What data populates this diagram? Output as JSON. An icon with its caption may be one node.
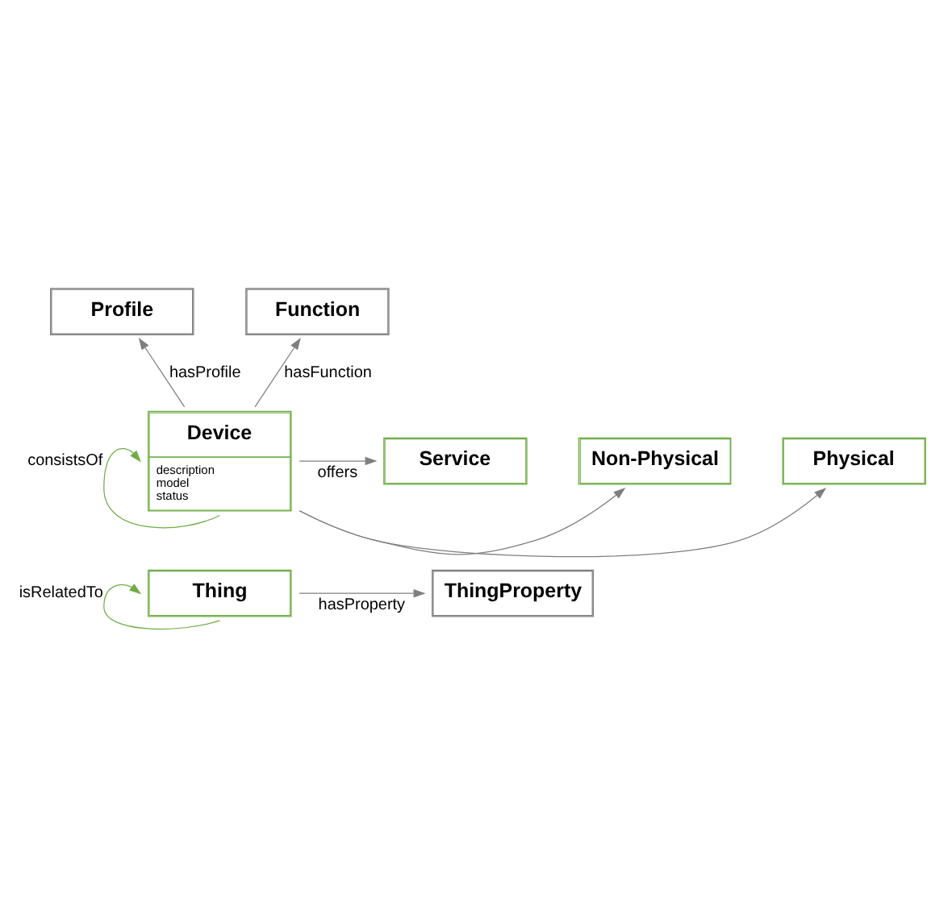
{
  "diagram": {
    "nodes": [
      {
        "text": [
          "Profile"
        ]
      },
      {
        "text": [
          "Function"
        ]
      },
      {
        "text": [
          "Physical"
        ]
      },
      {
        "text": [
          "Non-Physical"
        ]
      },
      {
        "text": [
          "Device",
          "description model status"
        ]
      },
      {
        "text": [
          "Service"
        ]
      },
      {
        "text": [
          "Thing"
        ]
      },
      {
        "text": [
          "ThingProperty"
        ]
      }
    ],
    "edges": [
      {
        "from": 4,
        "to": 0,
        "arrow": "to",
        "label": "hasProfile"
      },
      {
        "from": 4,
        "to": 1,
        "arrow": "to",
        "label": "hasFunction"
      },
      {
        "from": 4,
        "to": 2,
        "arrow": "to"
      },
      {
        "from": 4,
        "to": 3,
        "arrow": "to"
      },
      {
        "from": 4,
        "to": 5,
        "arrow": "to",
        "label": "offers"
      },
      {
        "from": 4,
        "to": 4,
        "arrow": "to",
        "label": "consistsOf",
        "color": "#70ad47"
      },
      {
        "from": 6,
        "to": 6,
        "arrow": "to",
        "label": "isRelatedTo",
        "color": "#70ad47"
      },
      {
        "from": 6,
        "to": 7,
        "arrow": "to",
        "label": "hasProperty"
      }
    ]
  }
}
